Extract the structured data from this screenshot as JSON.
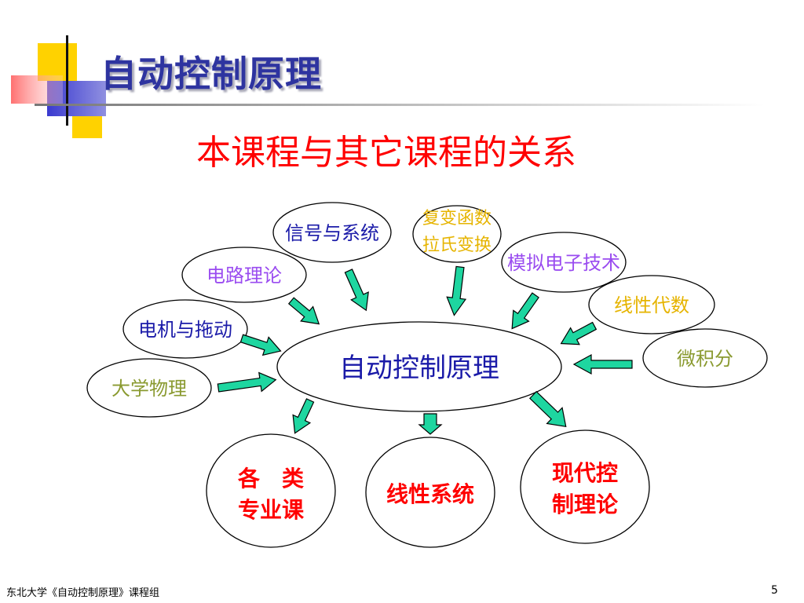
{
  "header": {
    "title": "自动控制原理",
    "subtitle": "本课程与其它课程的关系"
  },
  "diagram": {
    "center": "自动控制原理",
    "inputs": {
      "signals": "信号与系统",
      "complex_1": "复变函数",
      "complex_2": "拉氏变换",
      "analog": "模拟电子技术",
      "circuit": "电路理论",
      "linear_algebra": "线性代数",
      "motor": "电机与拖动",
      "calculus": "微积分",
      "physics": "大学物理"
    },
    "outputs": {
      "majors_1": "各　类",
      "majors_2": "专业课",
      "linear_systems": "线性系统",
      "modern_1": "现代控",
      "modern_2": "制理论"
    }
  },
  "footer": {
    "course_group": "东北大学《自动控制原理》课程组",
    "page_number": "5"
  },
  "colors": {
    "title": "#2e34a0",
    "subtitle": "#ff0000",
    "arrow_fill": "#1ed6a0",
    "center_text": "#1a1aa8"
  }
}
